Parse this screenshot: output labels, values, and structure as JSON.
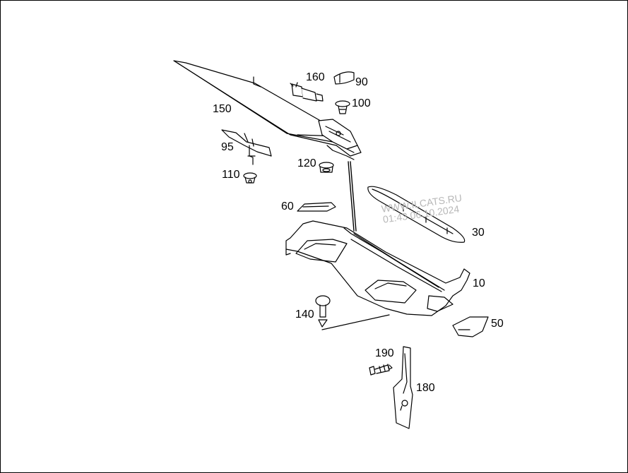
{
  "watermark": {
    "line1": "WWW.ILCATS.RU",
    "line2": "01:43 06.10.2024"
  },
  "callouts": {
    "p10": "10",
    "p30": "30",
    "p50": "50",
    "p60": "60",
    "p90": "90",
    "p95": "95",
    "p100": "100",
    "p110": "110",
    "p120": "120",
    "p140": "140",
    "p150": "150",
    "p160": "160",
    "p180": "180",
    "p190": "190"
  }
}
